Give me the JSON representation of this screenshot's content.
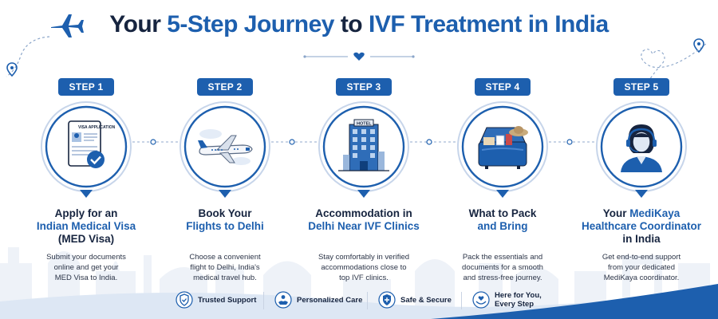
{
  "title": {
    "before": "Your ",
    "accent1": "5-Step Journey",
    "middle": " to ",
    "accent2": "IVF Treatment in India"
  },
  "steps": [
    {
      "badge": "STEP 1",
      "heading_lines": [
        {
          "text": "Apply for an",
          "highlight": false
        },
        {
          "text": "Indian Medical Visa",
          "highlight": true
        },
        {
          "text": "(MED Visa)",
          "highlight": false
        }
      ],
      "illustration_text": "VISA APPLICATION",
      "illustration": "visa-document-icon",
      "desc_lines": [
        "Submit your documents",
        "online and get your",
        "MED Visa to India."
      ]
    },
    {
      "badge": "STEP 2",
      "heading_lines": [
        {
          "text": "Book Your",
          "highlight": false
        },
        {
          "text": "Flights to Delhi",
          "highlight": true
        }
      ],
      "illustration": "airplane-icon",
      "desc_lines": [
        "Choose a convenient",
        "flight to Delhi, India's",
        "medical travel hub."
      ]
    },
    {
      "badge": "STEP 3",
      "heading_lines": [
        {
          "text": "Accommodation in",
          "highlight": false
        },
        {
          "text": "Delhi Near IVF Clinics",
          "highlight": true
        }
      ],
      "illustration_text": "HOTEL",
      "illustration": "hotel-building-icon",
      "desc_lines": [
        "Stay comfortably in verified",
        "accommodations close to",
        "top IVF clinics."
      ]
    },
    {
      "badge": "STEP 4",
      "heading_lines": [
        {
          "text": "What to Pack",
          "highlight": false
        },
        {
          "text": "and Bring",
          "highlight": true
        }
      ],
      "illustration": "suitcase-icon",
      "desc_lines": [
        "Pack the essentials and",
        "documents for a smooth",
        "and stress-free journey."
      ]
    },
    {
      "badge": "STEP 5",
      "heading_lines": [
        {
          "text": "Your MediKaya",
          "highlight": true,
          "prefix": "Your "
        },
        {
          "text": "Healthcare Coordinator",
          "highlight": true
        },
        {
          "text": "in India",
          "highlight": false
        }
      ],
      "illustration": "headset-coordinator-icon",
      "desc_lines": [
        "Get end-to-end support",
        "from your dedicated",
        "MediKaya coordinator."
      ]
    }
  ],
  "footer": [
    {
      "label": "Trusted Support",
      "icon": "shield-check-icon"
    },
    {
      "label": "Personalized Care",
      "icon": "care-hands-icon"
    },
    {
      "label": "Safe & Secure",
      "icon": "shield-plus-icon"
    },
    {
      "label": "Here for You,\nEvery Step",
      "icon": "heart-hands-icon"
    }
  ],
  "colors": {
    "primary": "#1d5fae",
    "dark": "#16243f",
    "light": "#dde7f4"
  }
}
